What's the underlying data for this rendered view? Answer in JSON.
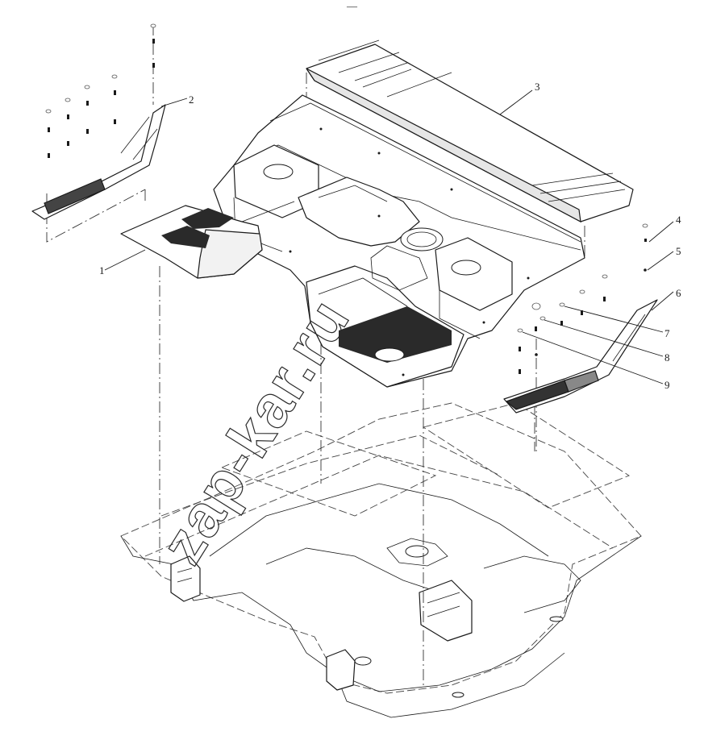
{
  "header": {
    "mark": "—"
  },
  "callouts": [
    {
      "label": "1"
    },
    {
      "label": "2"
    },
    {
      "label": "3"
    },
    {
      "label": "4"
    },
    {
      "label": "5"
    },
    {
      "label": "6"
    },
    {
      "label": "7"
    },
    {
      "label": "8"
    },
    {
      "label": "9"
    }
  ],
  "watermark": {
    "text": "zap-kar.ru"
  }
}
